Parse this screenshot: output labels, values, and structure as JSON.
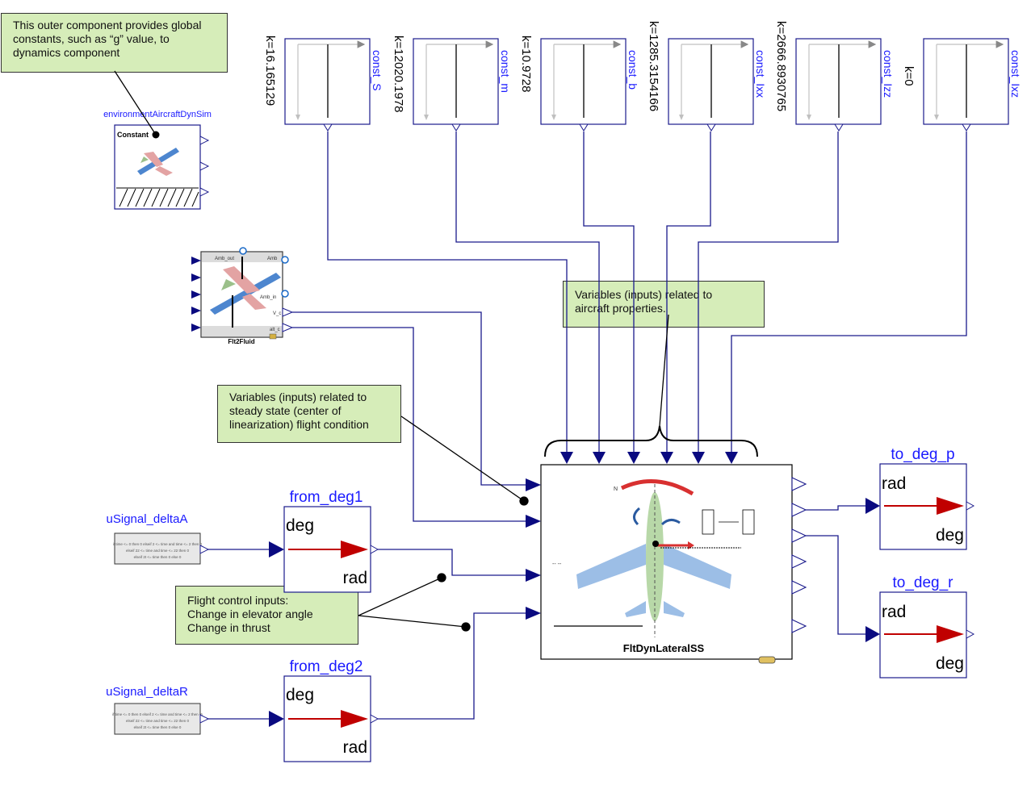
{
  "notes": {
    "environment": [
      "This outer component provides global",
      "constants, such as “g” value, to",
      "dynamics component"
    ],
    "aircraft": [
      "Variables (inputs) related to",
      "aircraft properties."
    ],
    "steady": [
      "Variables (inputs) related to",
      "steady state (center of",
      "linearization) flight condition"
    ],
    "control": [
      "Flight control inputs:",
      "Change in elevator angle",
      "Change in thrust"
    ]
  },
  "environment_block": {
    "name": "environmentAircraftDynSim",
    "inner_label": "Constant"
  },
  "flt2fluid_block": {
    "name": "Flt2Fluid",
    "port_left_top": "Amb_out",
    "port_right_top": "Amb",
    "port_right_mid": "Amb_in",
    "port_v": "V_c",
    "port_alt": "alt_c"
  },
  "constants": [
    {
      "name": "const_S",
      "k_label": "k=16.165129"
    },
    {
      "name": "const_m",
      "k_label": "k=12020.1978"
    },
    {
      "name": "const_b",
      "k_label": "k=10.9728"
    },
    {
      "name": "const_Ixx",
      "k_label": "k=1285.3154166"
    },
    {
      "name": "const_Izz",
      "k_label": "k=2666.8930765"
    },
    {
      "name": "const_Ixz",
      "k_label": "k=0"
    }
  ],
  "main_block": {
    "name": "FltDynLateralSS"
  },
  "signals": [
    {
      "name": "uSignal_deltaA",
      "table_lines": [
        "if time <= 0 then 0 elseif 2 <= time and time <= 2 then 0",
        "elseif 22 <= time and time <= 22 then 0",
        "elseif 2t <= time then 0 else 0"
      ]
    },
    {
      "name": "uSignal_deltaR",
      "table_lines": [
        "if time <= 0 then 0 elseif 2 <= time and time <= 2 then -6",
        "elseif 22 <= time and time <= 22 then 0",
        "elseif 2t <= time then 0 else 0"
      ]
    }
  ],
  "converters": [
    {
      "name": "from_deg1",
      "in_unit": "deg",
      "out_unit": "rad"
    },
    {
      "name": "from_deg2",
      "in_unit": "deg",
      "out_unit": "rad"
    },
    {
      "name": "to_deg_p",
      "in_unit": "rad",
      "out_unit": "deg"
    },
    {
      "name": "to_deg_r",
      "in_unit": "rad",
      "out_unit": "deg"
    }
  ],
  "colors": {
    "block_border": "#1a1a8c",
    "name_blue": "#1a1aff",
    "wire": "#1a1a8c",
    "port_fill": "#0a0a80",
    "converter_arrow": "#c00000",
    "note_fill": "#d6edb9",
    "plot_gray": "#c0c0c0",
    "wing_blue": "#9cbee6",
    "fuselage_green": "#b8d8a8",
    "rotation_red": "#d83030"
  }
}
